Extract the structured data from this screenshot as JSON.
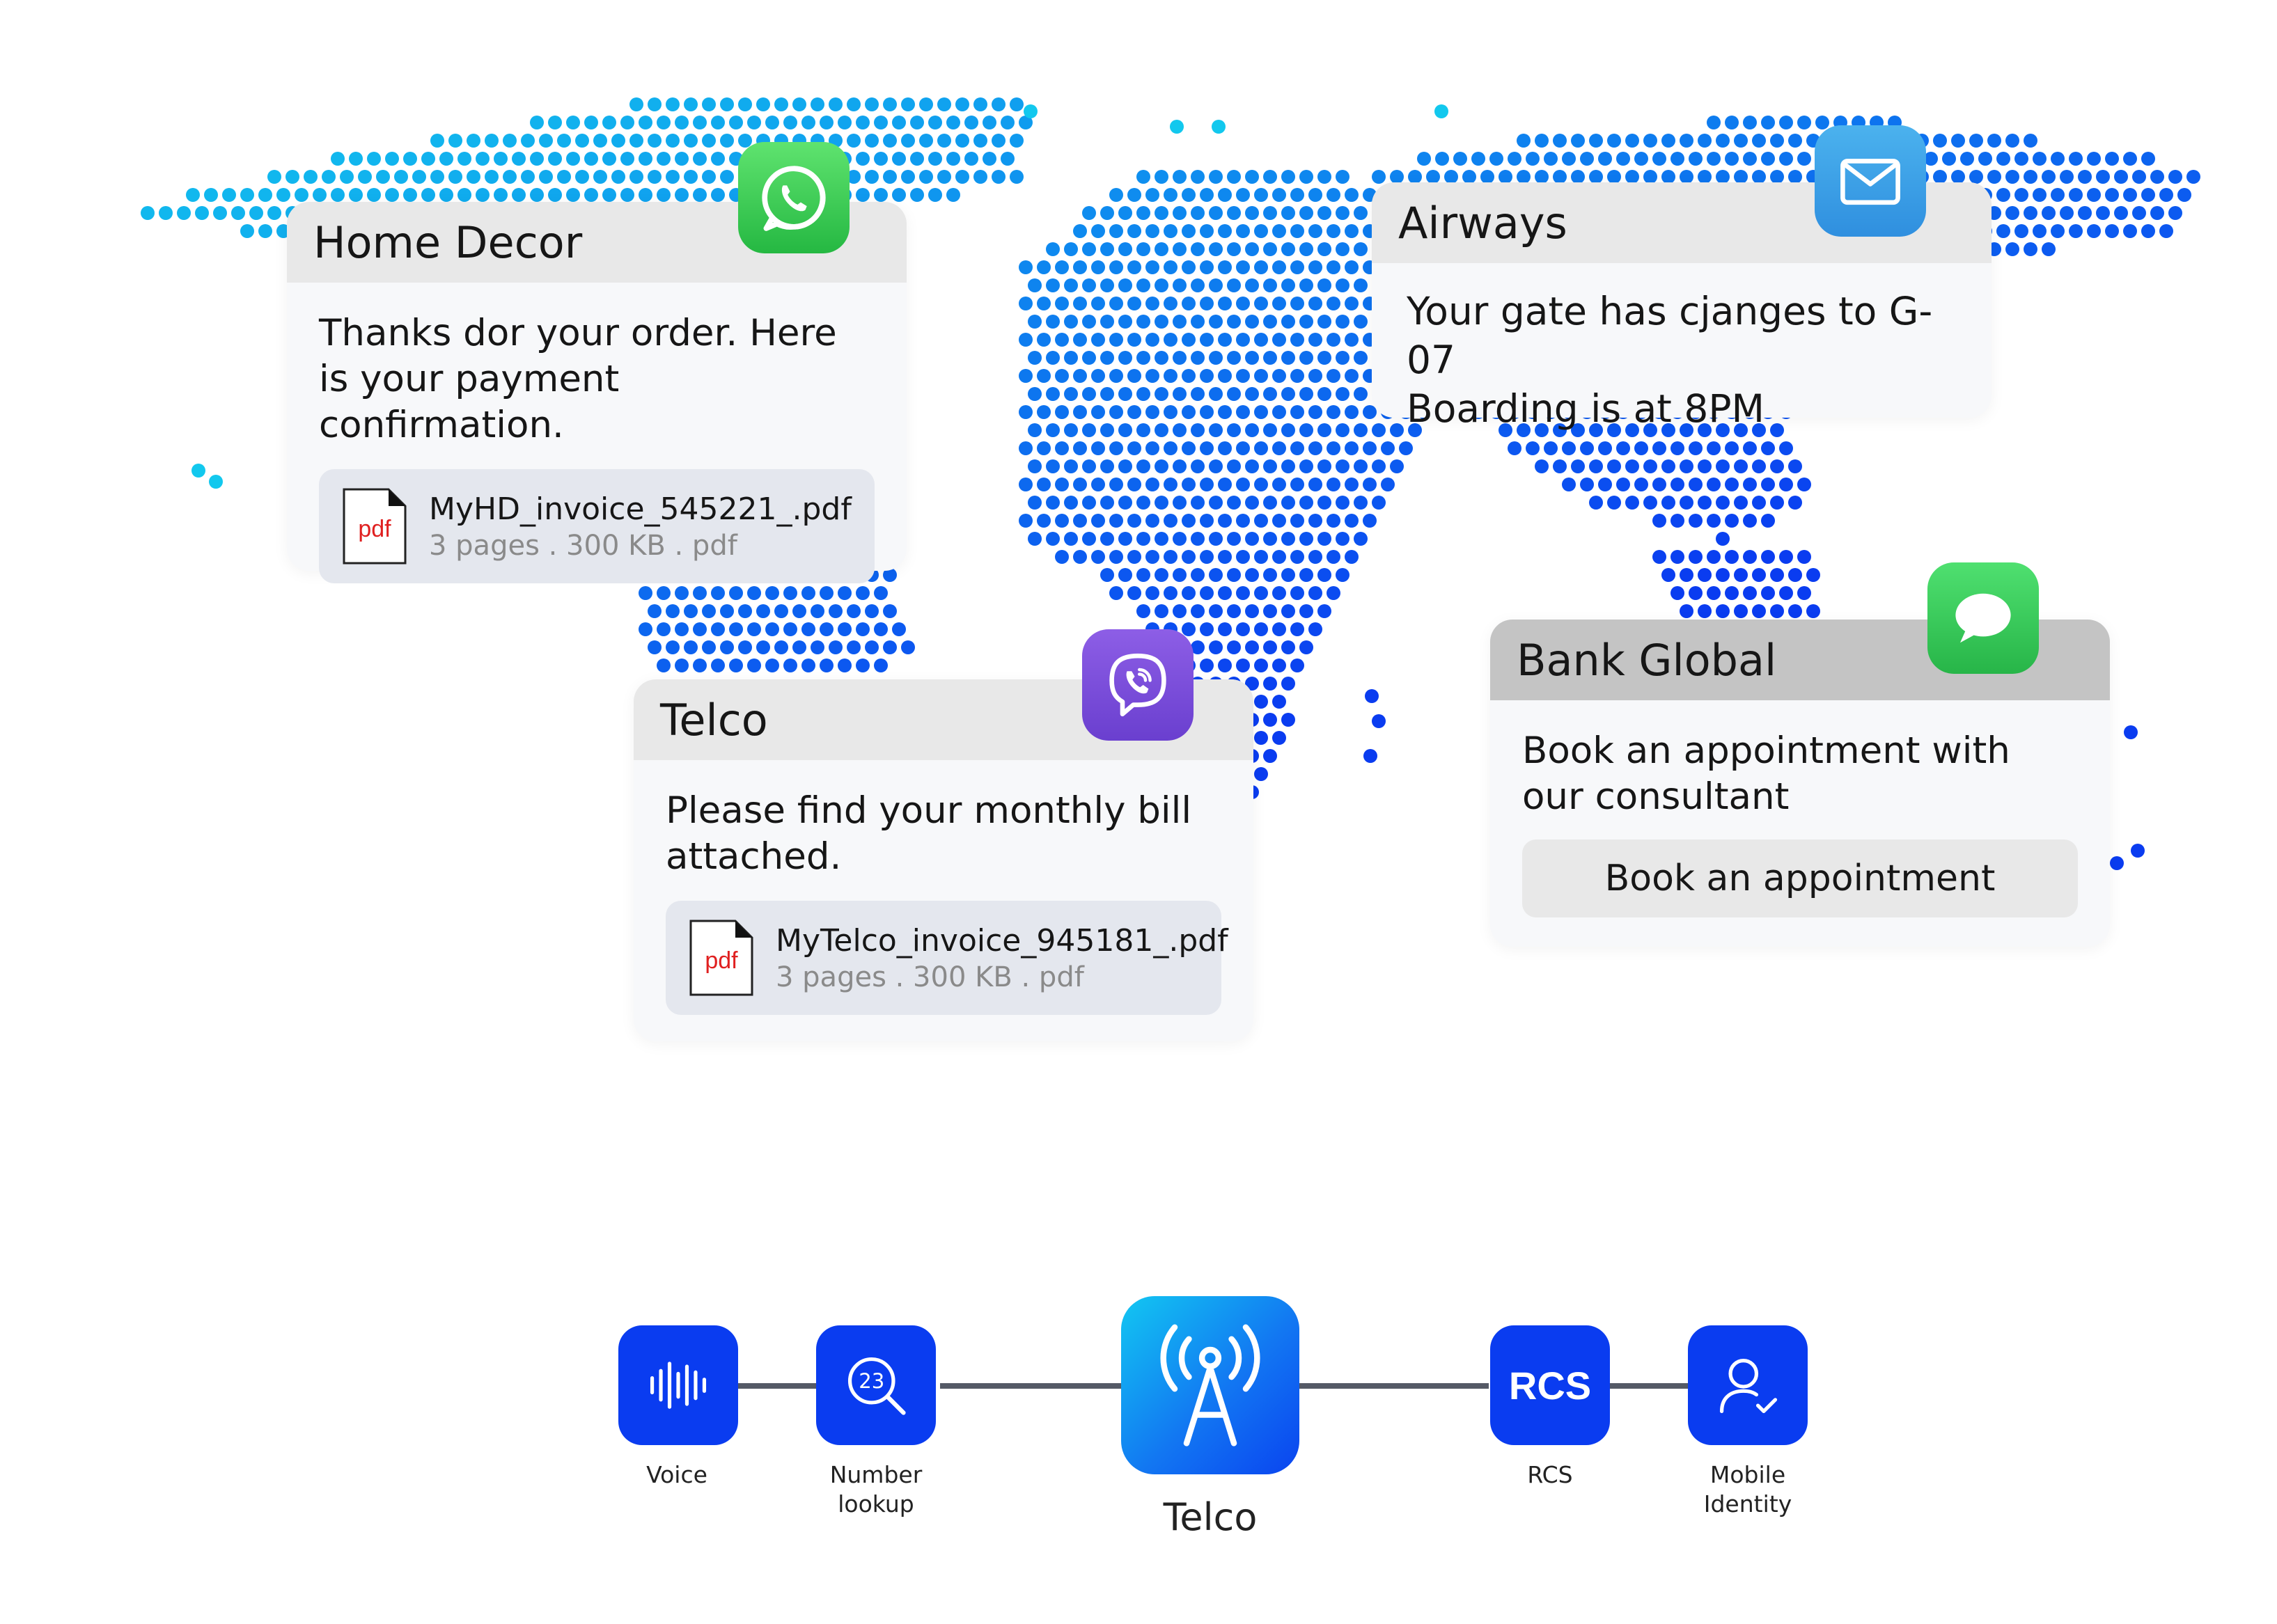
{
  "cards": {
    "home_decor": {
      "title": "Home Decor",
      "message": "Thanks dor your order. Here is your payment confirmation.",
      "attachment": {
        "icon_text": "pdf",
        "name": "MyHD_invoice_545221_.pdf",
        "meta": "3 pages . 300 KB . pdf"
      },
      "channel_icon": "whatsapp-icon"
    },
    "airways": {
      "title": "Airways",
      "message_line1": "Your gate has cjanges to G-07",
      "message_line2": "Boarding is at 8PM",
      "channel_icon": "email-icon"
    },
    "telco": {
      "title": "Telco",
      "message": "Please find your monthly bill attached.",
      "attachment": {
        "icon_text": "pdf",
        "name": "MyTelco_invoice_945181_.pdf",
        "meta": "3 pages . 300 KB . pdf"
      },
      "channel_icon": "viber-icon"
    },
    "bank_global": {
      "title": "Bank Global",
      "message": "Book an appointment with our consultant",
      "button": "Book an appointment",
      "channel_icon": "messages-icon"
    }
  },
  "services": {
    "voice": "Voice",
    "number_lookup_line1": "Number",
    "number_lookup_line2": "lookup",
    "number_lookup_badge": "23",
    "telco": "Telco",
    "rcs": "RCS",
    "rcs_icon_text": "RCS",
    "mobile_identity_line1": "Mobile",
    "mobile_identity_line2": "Identity"
  },
  "colors": {
    "service_blue": "#0a3cf0",
    "map_cyan": "#12c8ee",
    "map_blue": "#0a3cf0",
    "whatsapp_green": "#3bd15a",
    "email_blue": "#3ea2e8",
    "viber_purple": "#7b4fd8",
    "messages_green": "#34c85a"
  }
}
